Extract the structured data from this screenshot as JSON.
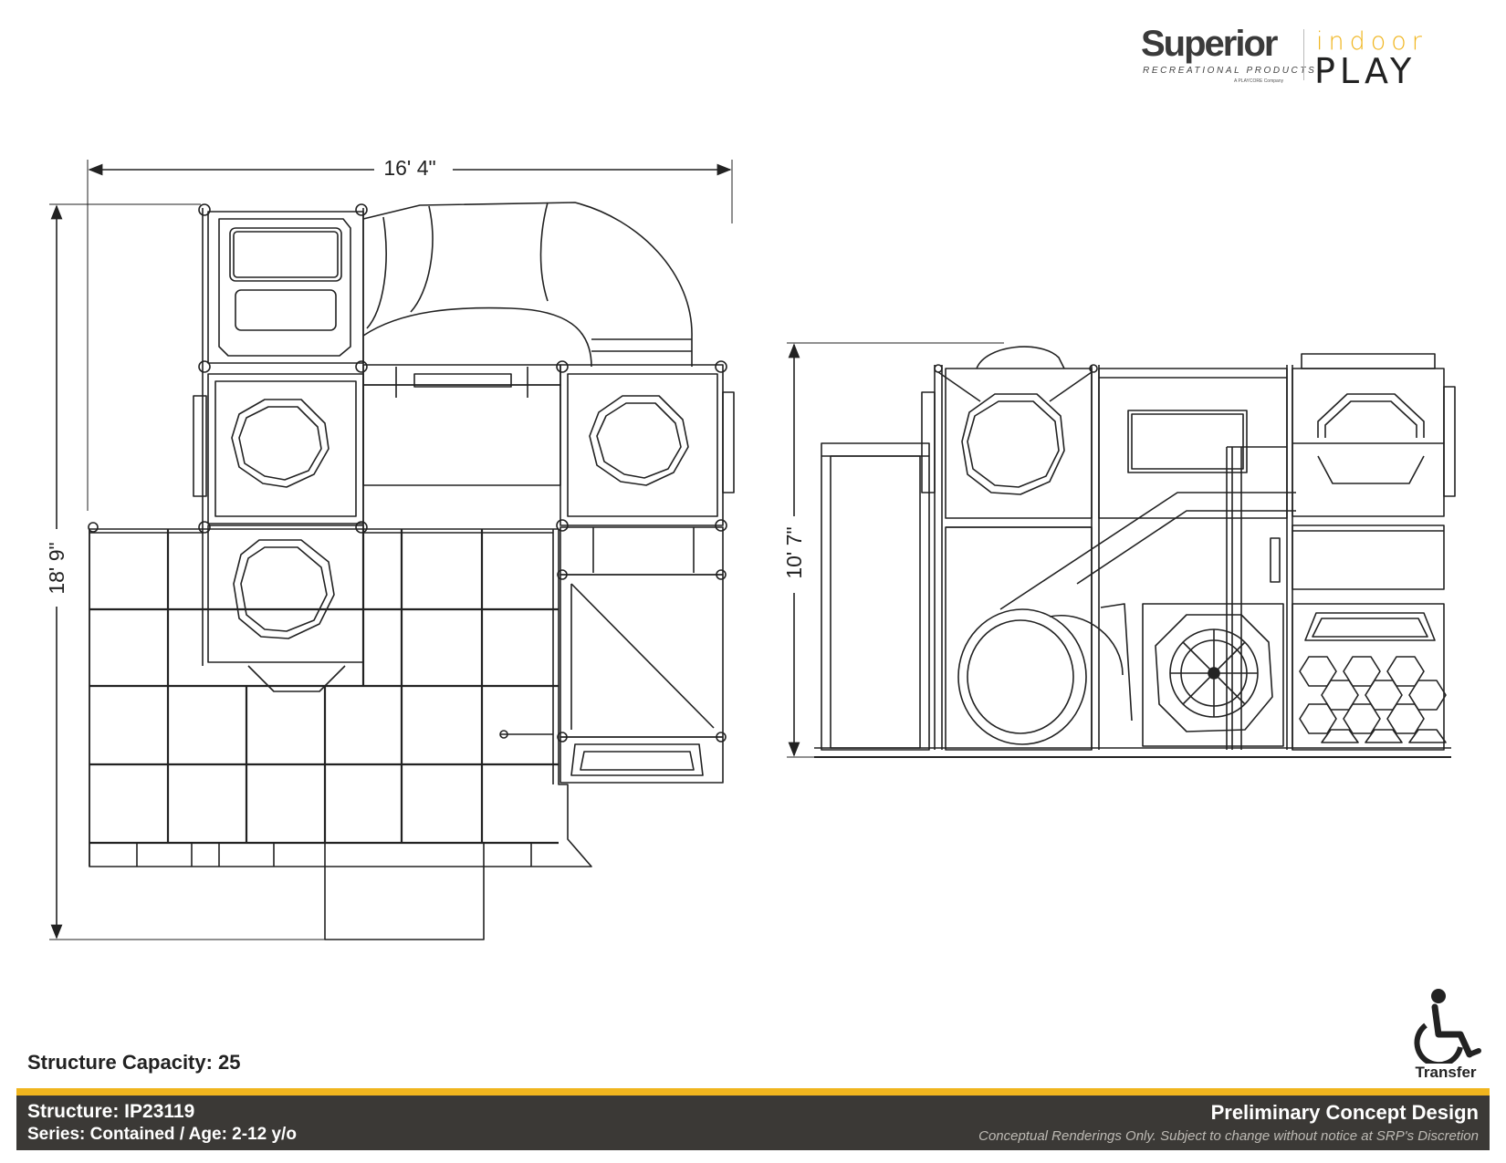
{
  "brand": {
    "name": "Superior",
    "subtitle": "RECREATIONAL PRODUCTS",
    "company_note": "A PLAYCORE Company",
    "indoor": "indoor",
    "play": "PLAY",
    "accent_color": "#f0b51e",
    "dark_color": "#3b3936"
  },
  "plan_view": {
    "width_label": "16' 4\"",
    "depth_label": "18' 9\""
  },
  "elevation_view": {
    "height_label": "10' 7\""
  },
  "capacity": "Structure Capacity: 25",
  "accessibility": {
    "icon": "wheelchair-icon",
    "label": "Transfer"
  },
  "footer": {
    "structure": "Structure: IP23119",
    "series": "Series: Contained / Age: 2-12 y/o",
    "status": "Preliminary Concept Design",
    "disclaimer": "Conceptual Renderings Only. Subject to change without notice at SRP's Discretion"
  }
}
